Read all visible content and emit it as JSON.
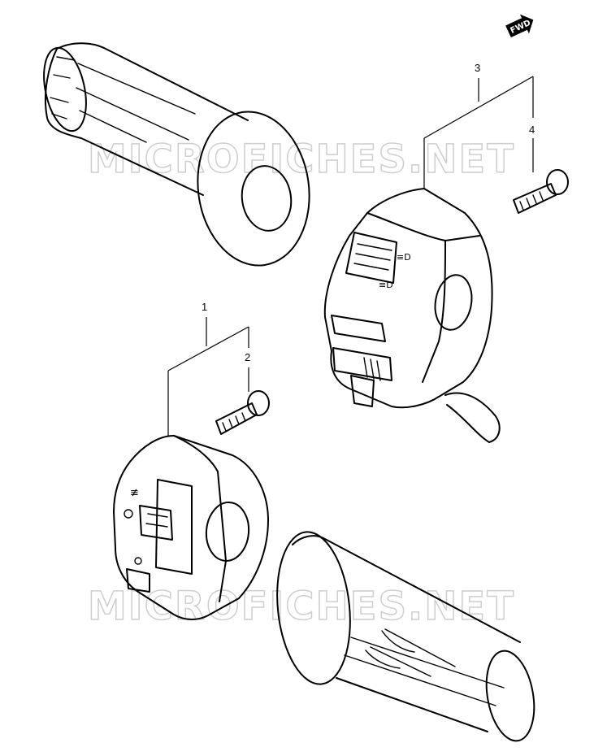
{
  "watermark": "MICROFICHES.NET",
  "fwd_label": "FWD",
  "callouts": [
    {
      "id": "1",
      "label": "1"
    },
    {
      "id": "2",
      "label": "2"
    },
    {
      "id": "3",
      "label": "3"
    },
    {
      "id": "4",
      "label": "4"
    }
  ],
  "parts": [
    {
      "ref": "1",
      "icon": "left-handlebar-switch"
    },
    {
      "ref": "2",
      "icon": "screw-icon"
    },
    {
      "ref": "3",
      "icon": "right-handlebar-switch"
    },
    {
      "ref": "4",
      "icon": "screw-icon"
    },
    {
      "ref": "",
      "icon": "handlebar-grip-left"
    },
    {
      "ref": "",
      "icon": "handlebar-grip-right"
    }
  ]
}
